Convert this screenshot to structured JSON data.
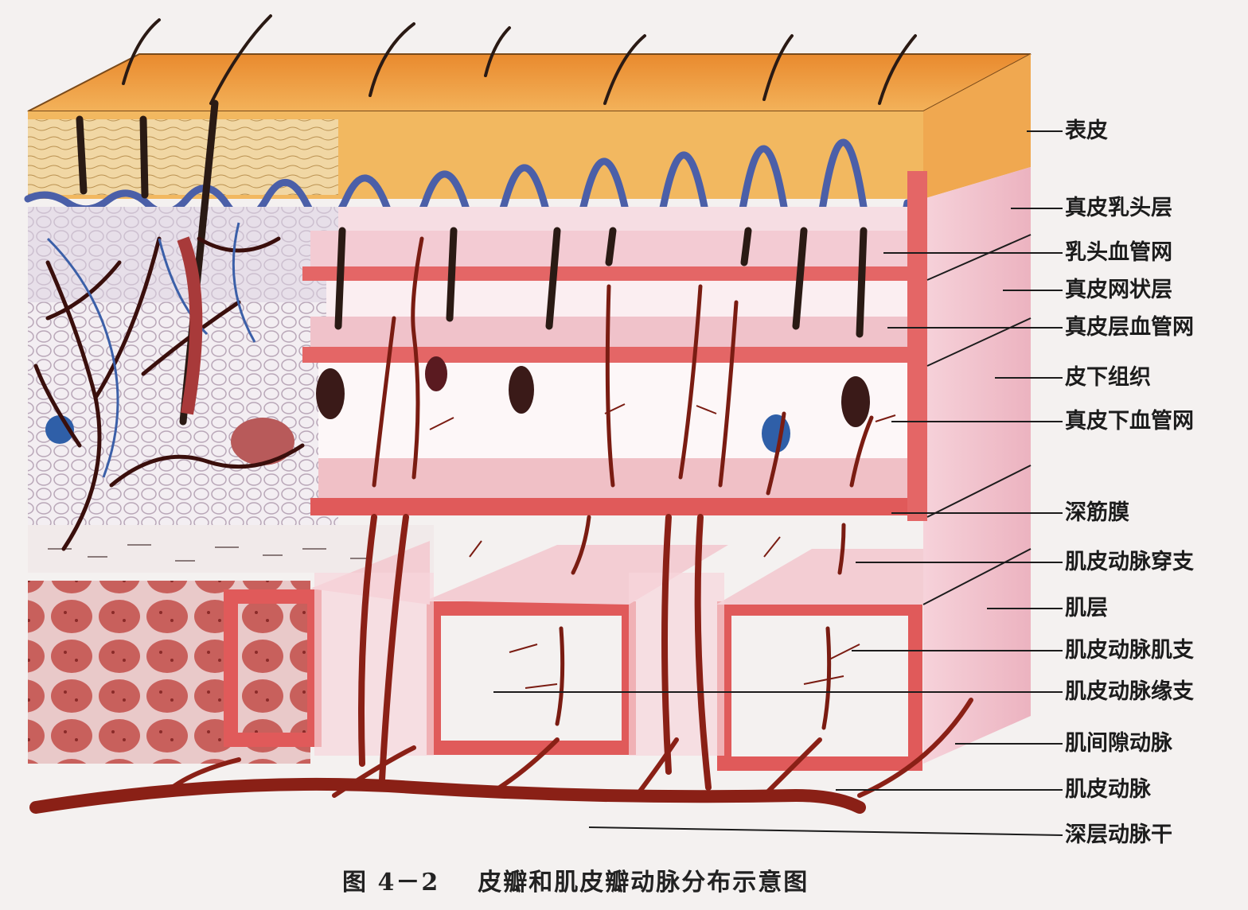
{
  "caption": {
    "figure_number": "图 4－2",
    "title": "皮瓣和肌皮瓣动脉分布示意图"
  },
  "labels": [
    "表皮",
    "真皮乳头层",
    "乳头血管网",
    "真皮网状层",
    "真皮层血管网",
    "皮下组织",
    "真皮下血管网",
    "深筋膜",
    "肌皮动脉穿支",
    "肌层",
    "肌皮动脉肌支",
    "肌皮动脉缘支",
    "肌间隙动脉",
    "肌皮动脉",
    "深层动脉干"
  ],
  "colors": {
    "epidermis": "#f0a24a",
    "dermis": "#f2c6cf",
    "vessel": "#7a1c12",
    "fascia": "#e05a5a",
    "vein": "#4b5fa8",
    "hair": "#2a1a14",
    "muscle": "#c85a5a"
  }
}
